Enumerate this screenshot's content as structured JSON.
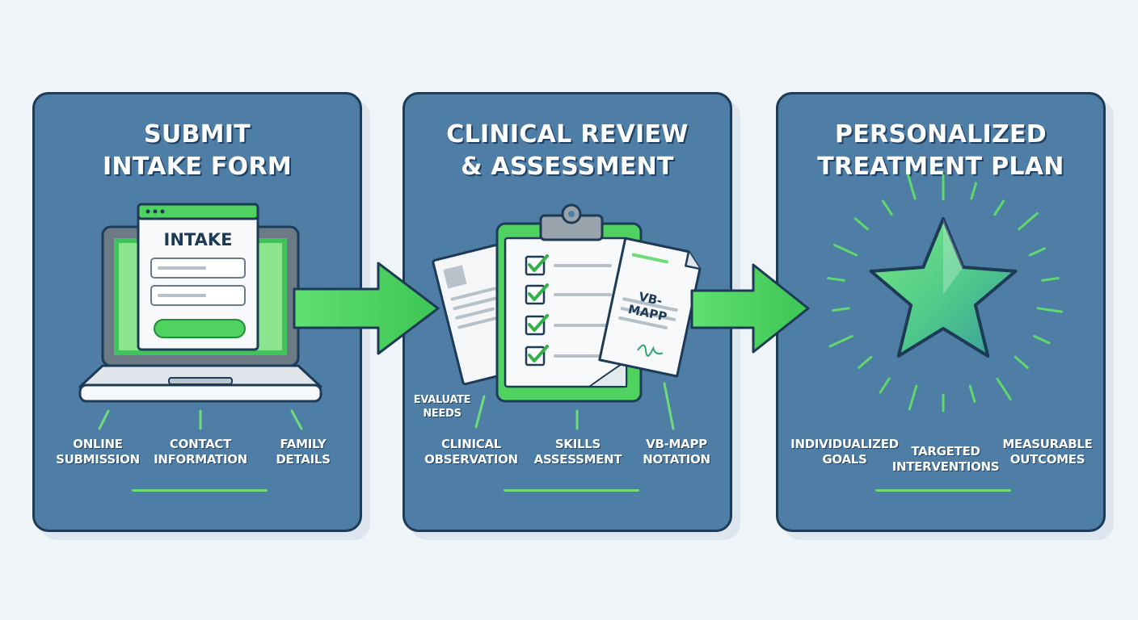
{
  "steps": [
    {
      "title_line1": "SUBMIT",
      "title_line2": "INTAKE FORM",
      "screen_word": "INTAKE",
      "labels": [
        {
          "line1": "ONLINE",
          "line2": "SUBMISSION"
        },
        {
          "line1": "CONTACT",
          "line2": "INFORMATION"
        },
        {
          "line1": "FAMILY",
          "line2": "DETAILS"
        }
      ]
    },
    {
      "title_line1": "CLINICAL REVIEW",
      "title_line2": "& ASSESSMENT",
      "doc_word": "VB-MAPP",
      "side_label": {
        "line1": "EVALUATE",
        "line2": "NEEDS"
      },
      "labels": [
        {
          "line1": "CLINICAL",
          "line2": "OBSERVATION"
        },
        {
          "line1": "SKILLS",
          "line2": "ASSESSMENT"
        },
        {
          "line1": "VB-MAPP",
          "line2": "NOTATION"
        }
      ]
    },
    {
      "title_line1": "PERSONALIZED",
      "title_line2": "TREATMENT PLAN",
      "labels": [
        {
          "line1": "INDIVIDUALIZED",
          "line2": "GOALS"
        },
        {
          "line1": "TARGETED",
          "line2": "INTERVENTIONS"
        },
        {
          "line1": "MEASURABLE",
          "line2": "OUTCOMES"
        }
      ]
    }
  ],
  "colors": {
    "panel": "#4e7ea6",
    "panel_border": "#1d3a57",
    "accent_green": "#4fd25f",
    "background": "#eff4f8"
  },
  "icons": [
    "laptop-icon",
    "clipboard-icon",
    "star-icon",
    "flow-arrow-icon"
  ]
}
